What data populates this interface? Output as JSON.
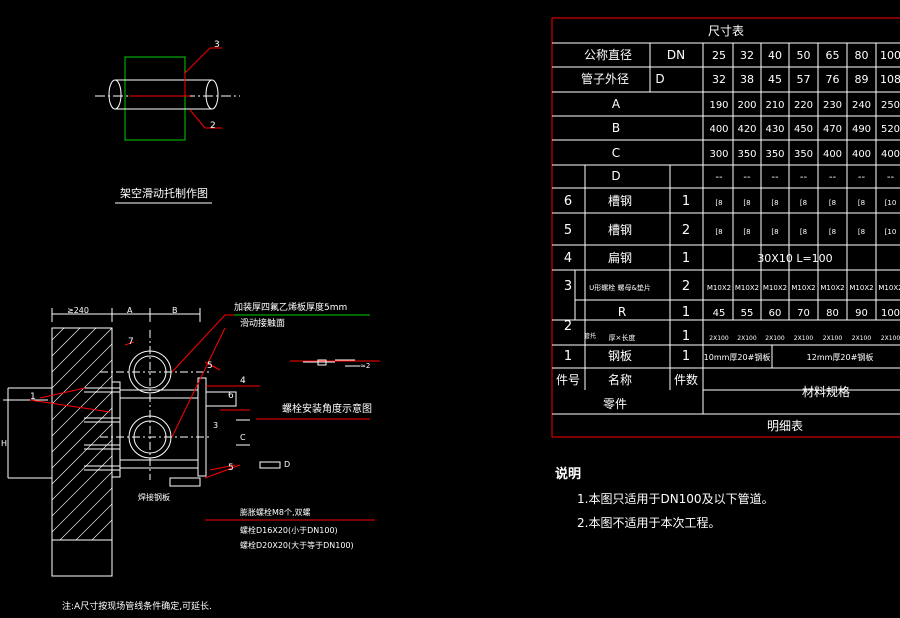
{
  "drawing_labels": {
    "top_fig_callouts": [
      "3",
      "2"
    ],
    "top_fig_title": "架空滑动托制作图",
    "dim_top": "≥240",
    "dim_a": "A",
    "dim_b": "B",
    "side_note_1": "加装厚四氟乙烯板厚度5mm",
    "side_note_2": "滑动接触面",
    "callout_7": "7",
    "callout_1": "1",
    "callout_5a": "5",
    "callout_4": "4",
    "callout_6": "6",
    "callout_5b": "5",
    "callout_3": "3",
    "label_c": "C",
    "label_d": "D",
    "bolt_title": "螺栓安装角度示意图",
    "bolt_tag": "≈2",
    "bolt_note_1": "膨胀螺栓M8个,双螺",
    "bolt_note_2": "螺栓D16X20(小于DN100)",
    "bolt_note_3": "螺栓D20X20(大于等于DN100)",
    "weld_note": "焊接钢板",
    "dim_side": "H",
    "bottom_note": "注:A尺寸按现场管线条件确定,可延长."
  },
  "table": {
    "title": "尺寸表",
    "dn_label": "公称直径",
    "dn_sym": "DN",
    "od_label": "管子外径",
    "od_sym": "D",
    "dn_values": [
      "25",
      "32",
      "40",
      "50",
      "65",
      "80",
      "100"
    ],
    "od_values": [
      "32",
      "38",
      "45",
      "57",
      "76",
      "89",
      "108"
    ],
    "rows_dim": [
      {
        "label": "A",
        "values": [
          "190",
          "200",
          "210",
          "220",
          "230",
          "240",
          "250"
        ]
      },
      {
        "label": "B",
        "values": [
          "400",
          "420",
          "430",
          "450",
          "470",
          "490",
          "520"
        ]
      },
      {
        "label": "C",
        "values": [
          "300",
          "350",
          "350",
          "350",
          "400",
          "400",
          "400"
        ]
      },
      {
        "label": "D",
        "values": [
          "--",
          "--",
          "--",
          "--",
          "--",
          "--",
          "--"
        ]
      }
    ],
    "parts": [
      {
        "no": "6",
        "name": "槽钢",
        "qty": "1",
        "values": [
          "[8",
          "[8",
          "[8",
          "[8",
          "[8",
          "[8",
          "[10"
        ]
      },
      {
        "no": "5",
        "name": "槽钢",
        "qty": "2",
        "values": [
          "[8",
          "[8",
          "[8",
          "[8",
          "[8",
          "[8",
          "[10"
        ]
      },
      {
        "no": "4",
        "name": "扁钢",
        "qty": "1",
        "span": "30X10 L=100"
      },
      {
        "no": "3",
        "name": "U形螺栓 螺母&垫片",
        "qty": "2",
        "values": [
          "M10X2",
          "M10X2",
          "M10X2",
          "M10X2",
          "M10X2",
          "M10X2",
          "M10X2"
        ]
      },
      {
        "no": "2",
        "name_top": "R",
        "name_side": "管托",
        "name_bot": "厚×长度",
        "qty_top": "1",
        "qty_bot": "1",
        "values_top": [
          "45",
          "55",
          "60",
          "70",
          "80",
          "90",
          "100"
        ],
        "values_bot": [
          "2X100",
          "2X100",
          "2X100",
          "2X100",
          "2X100",
          "2X100",
          "2X100"
        ]
      },
      {
        "no": "1",
        "name": "钢板",
        "qty": "1",
        "span_left": "10mm厚20#钢板",
        "span_right": "12mm厚20#钢板"
      }
    ],
    "hdr_no": "件号",
    "hdr_name": "名称",
    "hdr_qty": "件数",
    "hdr_spec": "材料规格",
    "hdr_parts": "零件",
    "footer": "明细表"
  },
  "notes": {
    "heading": "说明",
    "lines": [
      "1.本图只适用于DN100及以下管道。",
      "2.本图不适用于本次工程。"
    ]
  },
  "colors": {
    "line": "#ffffff",
    "red": "#ff0000",
    "green": "#00cc00",
    "cyan": "#00cccc",
    "yellow": "#ffff00"
  }
}
